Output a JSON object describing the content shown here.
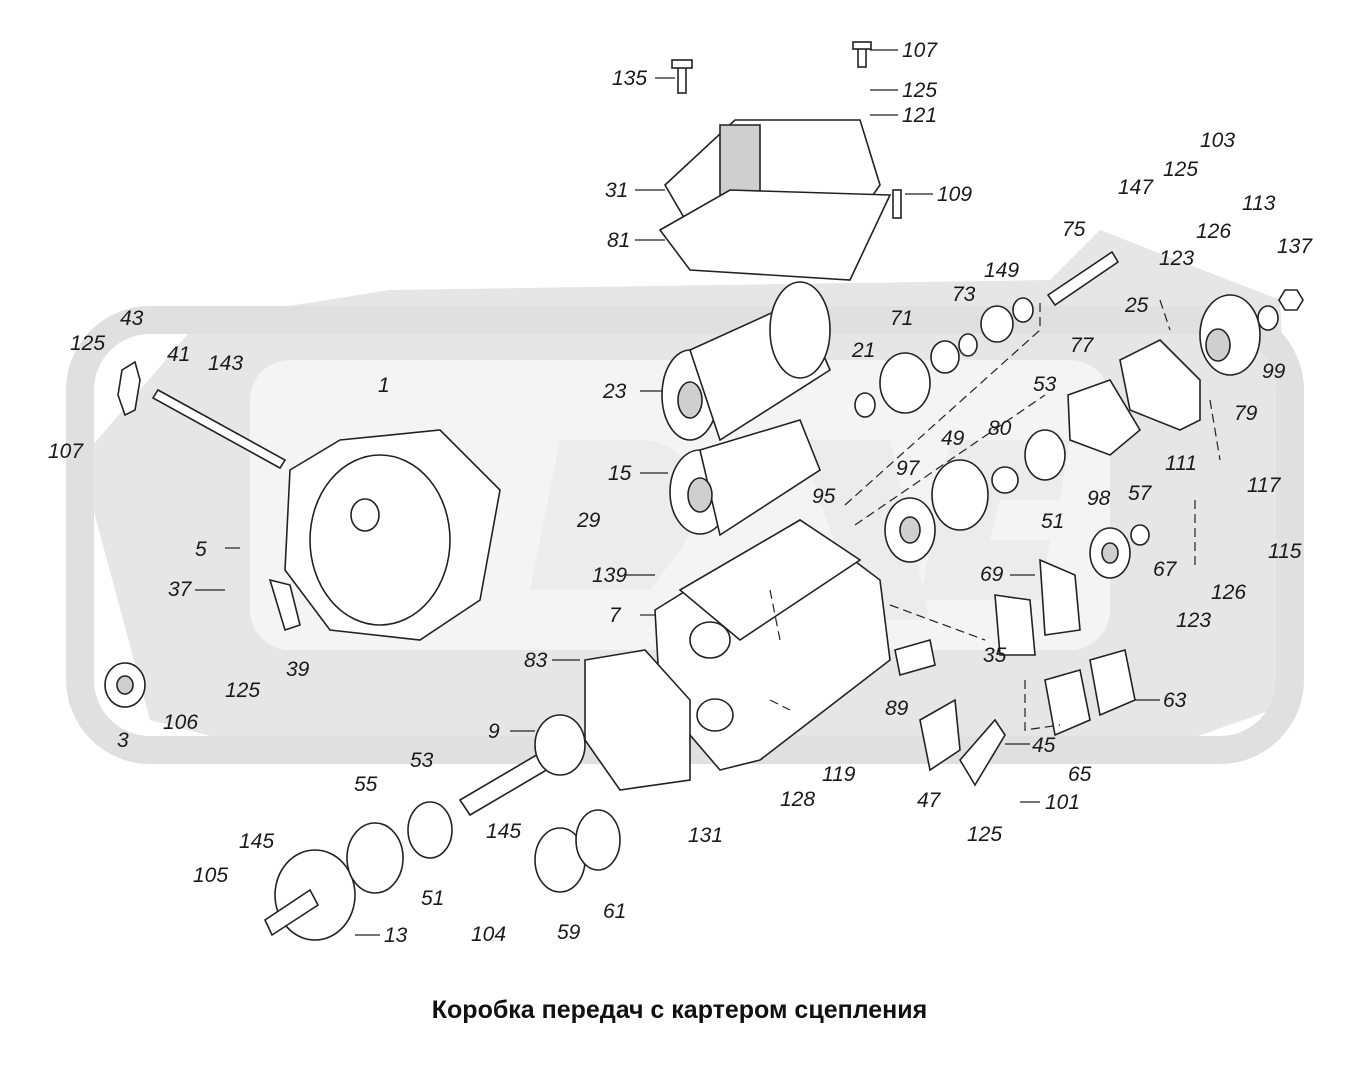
{
  "caption": "Коробка передач с картером сцепления",
  "watermark": {
    "color": "#e4e4e4",
    "text": "ДЕТАЛ"
  },
  "callouts": [
    "107",
    "135",
    "125",
    "121",
    "31",
    "109",
    "81",
    "103",
    "125",
    "147",
    "113",
    "126",
    "137",
    "123",
    "75",
    "149",
    "73",
    "71",
    "21",
    "23",
    "43",
    "125",
    "41",
    "143",
    "107",
    "1",
    "25",
    "77",
    "53",
    "99",
    "79",
    "15",
    "95",
    "29",
    "80",
    "49",
    "97",
    "51",
    "111",
    "117",
    "98",
    "57",
    "67",
    "5",
    "37",
    "139",
    "69",
    "115",
    "126",
    "123",
    "7",
    "83",
    "35",
    "89",
    "63",
    "39",
    "125",
    "106",
    "3",
    "9",
    "119",
    "128",
    "45",
    "65",
    "131",
    "47",
    "101",
    "125",
    "55",
    "53",
    "145",
    "105",
    "51",
    "104",
    "59",
    "61",
    "13"
  ]
}
